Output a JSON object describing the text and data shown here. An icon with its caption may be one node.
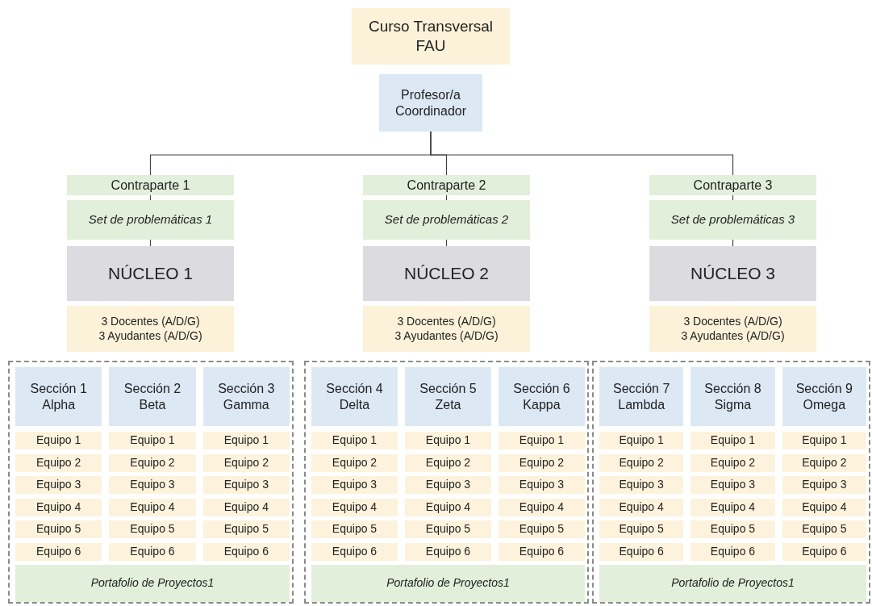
{
  "diagram": {
    "nodes": [
      {
        "text": [
          "Curso Transversal FAU"
        ]
      },
      {
        "text": [
          "Profesor/a Coordinador"
        ]
      },
      {
        "text": [
          "Contraparte 1"
        ]
      },
      {
        "text": [
          "Set de problemáticas 1"
        ]
      },
      {
        "text": [
          "NÚCLEO 1"
        ]
      },
      {
        "text": [
          "3 Docentes (A/D/G)",
          "3 Ayudantes (A/D/G)"
        ]
      },
      {
        "text": [],
        "shape": "box"
      },
      {
        "text": [
          "Sección 1 Alpha"
        ],
        "in": 6
      },
      {
        "text": [
          "Sección 2 Beta"
        ],
        "in": 6
      },
      {
        "text": [
          "Sección 3 Gamma"
        ],
        "in": 6
      },
      {
        "text": [
          "Equipo 1"
        ],
        "in": 6
      },
      {
        "text": [
          "Equipo 1"
        ],
        "in": 6
      },
      {
        "text": [
          "Equipo 1"
        ],
        "in": 6
      },
      {
        "text": [
          "Equipo 2"
        ],
        "in": 6
      },
      {
        "text": [
          "Equipo 2"
        ],
        "in": 6
      },
      {
        "text": [
          "Equipo 2"
        ],
        "in": 6
      },
      {
        "text": [
          "Equipo 3"
        ],
        "in": 6
      },
      {
        "text": [
          "Equipo 3"
        ],
        "in": 6
      },
      {
        "text": [
          "Equipo 3"
        ],
        "in": 6
      },
      {
        "text": [
          "Equipo 4"
        ],
        "in": 6
      },
      {
        "text": [
          "Equipo 4"
        ],
        "in": 6
      },
      {
        "text": [
          "Equipo 4"
        ],
        "in": 6
      },
      {
        "text": [
          "Equipo 5"
        ],
        "in": 6
      },
      {
        "text": [
          "Equipo 5"
        ],
        "in": 6
      },
      {
        "text": [
          "Equipo 5"
        ],
        "in": 6
      },
      {
        "text": [
          "Equipo 6"
        ],
        "in": 6
      },
      {
        "text": [
          "Equipo 6"
        ],
        "in": 6
      },
      {
        "text": [
          "Equipo 6"
        ],
        "in": 6
      },
      {
        "text": [
          "Portafolio de Proyectos1"
        ],
        "in": 6
      },
      {
        "text": [
          "Contraparte 2"
        ]
      },
      {
        "text": [
          "Set de problemáticas 2"
        ]
      },
      {
        "text": [
          "NÚCLEO 2"
        ]
      },
      {
        "text": [
          "3 Docentes (A/D/G)",
          "3 Ayudantes (A/D/G)"
        ]
      },
      {
        "text": [],
        "shape": "box"
      },
      {
        "text": [
          "Sección 4 Delta"
        ],
        "in": 33
      },
      {
        "text": [
          "Sección 5 Zeta"
        ],
        "in": 33
      },
      {
        "text": [
          "Sección 6 Kappa"
        ],
        "in": 33
      },
      {
        "text": [
          "Equipo 1"
        ],
        "in": 33
      },
      {
        "text": [
          "Equipo 1"
        ],
        "in": 33
      },
      {
        "text": [
          "Equipo 1"
        ],
        "in": 33
      },
      {
        "text": [
          "Equipo 2"
        ],
        "in": 33
      },
      {
        "text": [
          "Equipo 2"
        ],
        "in": 33
      },
      {
        "text": [
          "Equipo 2"
        ],
        "in": 33
      },
      {
        "text": [
          "Equipo 3"
        ],
        "in": 33
      },
      {
        "text": [
          "Equipo 3"
        ],
        "in": 33
      },
      {
        "text": [
          "Equipo 3"
        ],
        "in": 33
      },
      {
        "text": [
          "Equipo 4"
        ],
        "in": 33
      },
      {
        "text": [
          "Equipo 4"
        ],
        "in": 33
      },
      {
        "text": [
          "Equipo 4"
        ],
        "in": 33
      },
      {
        "text": [
          "Equipo 5"
        ],
        "in": 33
      },
      {
        "text": [
          "Equipo 5"
        ],
        "in": 33
      },
      {
        "text": [
          "Equipo 5"
        ],
        "in": 33
      },
      {
        "text": [
          "Equipo 6"
        ],
        "in": 33
      },
      {
        "text": [
          "Equipo 6"
        ],
        "in": 33
      },
      {
        "text": [
          "Equipo 6"
        ],
        "in": 33
      },
      {
        "text": [
          "Portafolio de Proyectos1"
        ],
        "in": 33
      },
      {
        "text": [
          "Contraparte 3"
        ]
      },
      {
        "text": [
          "Set de problemáticas 3"
        ]
      },
      {
        "text": [
          "NÚCLEO 3"
        ]
      },
      {
        "text": [
          "3 Docentes (A/D/G)",
          "3 Ayudantes (A/D/G)"
        ]
      },
      {
        "text": [],
        "shape": "box"
      },
      {
        "text": [
          "Sección 7 Lambda"
        ],
        "in": 60
      },
      {
        "text": [
          "Sección 8 Sigma"
        ],
        "in": 60
      },
      {
        "text": [
          "Sección 9 Omega"
        ],
        "in": 60
      },
      {
        "text": [
          "Equipo 1"
        ],
        "in": 60
      },
      {
        "text": [
          "Equipo 1"
        ],
        "in": 60
      },
      {
        "text": [
          "Equipo 1"
        ],
        "in": 60
      },
      {
        "text": [
          "Equipo 2"
        ],
        "in": 60
      },
      {
        "text": [
          "Equipo 2"
        ],
        "in": 60
      },
      {
        "text": [
          "Equipo 2"
        ],
        "in": 60
      },
      {
        "text": [
          "Equipo 3"
        ],
        "in": 60
      },
      {
        "text": [
          "Equipo 3"
        ],
        "in": 60
      },
      {
        "text": [
          "Equipo 3"
        ],
        "in": 60
      },
      {
        "text": [
          "Equipo 4"
        ],
        "in": 60
      },
      {
        "text": [
          "Equipo 4"
        ],
        "in": 60
      },
      {
        "text": [
          "Equipo 4"
        ],
        "in": 60
      },
      {
        "text": [
          "Equipo 5"
        ],
        "in": 60
      },
      {
        "text": [
          "Equipo 5"
        ],
        "in": 60
      },
      {
        "text": [
          "Equipo 5"
        ],
        "in": 60
      },
      {
        "text": [
          "Equipo 6"
        ],
        "in": 60
      },
      {
        "text": [
          "Equipo 6"
        ],
        "in": 60
      },
      {
        "text": [
          "Equipo 6"
        ],
        "in": 60
      },
      {
        "text": [
          "Portafolio de Proyectos1"
        ],
        "in": 60
      }
    ],
    "edges": [
      {
        "from": 1,
        "to": 2,
        "arrow": "none"
      },
      {
        "from": 1,
        "to": 29,
        "arrow": "none"
      },
      {
        "from": 1,
        "to": 56,
        "arrow": "none"
      },
      {
        "from": 2,
        "to": 3,
        "arrow": "none"
      },
      {
        "from": 3,
        "to": 4,
        "arrow": "none"
      },
      {
        "from": 29,
        "to": 30,
        "arrow": "none"
      },
      {
        "from": 30,
        "to": 31,
        "arrow": "none"
      },
      {
        "from": 56,
        "to": 57,
        "arrow": "none"
      },
      {
        "from": 57,
        "to": 58,
        "arrow": "none"
      }
    ]
  }
}
